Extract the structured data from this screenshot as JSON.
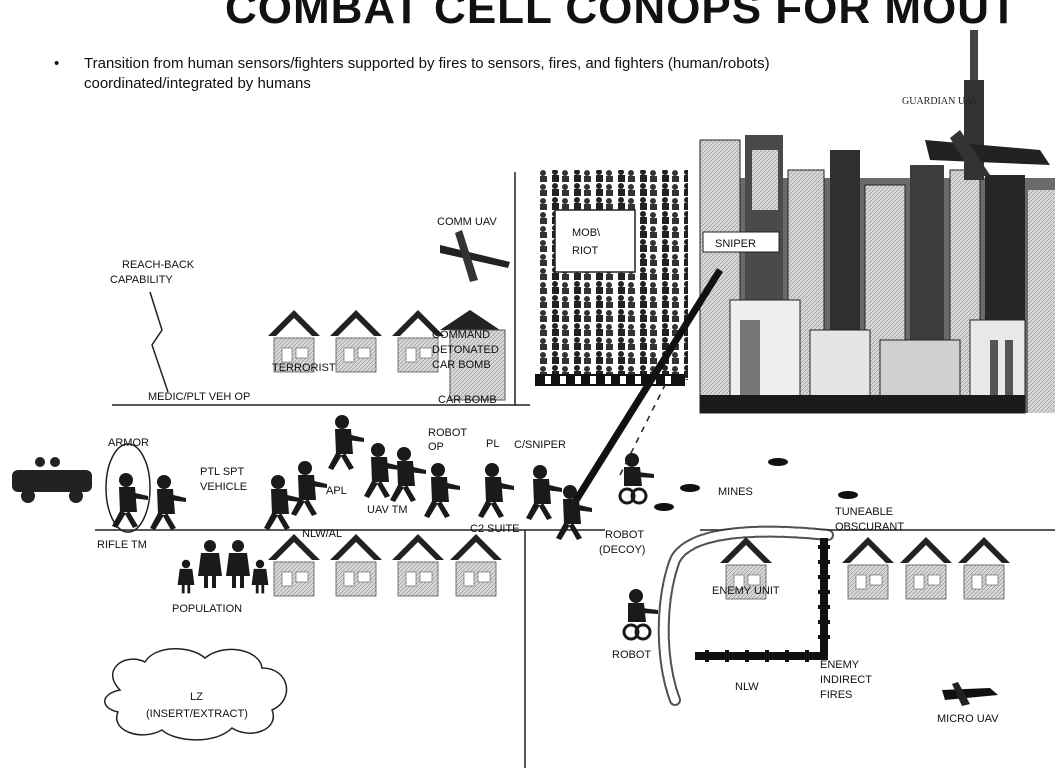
{
  "title": "COMBAT CELL CONOPS FOR MOUT",
  "bullet": "Transition from human sensors/fighters supported by fires to sensors, fires, and fighters (human/robots) coordinated/integrated by humans",
  "labels": {
    "guardian_uav": "GUARDIAN UAV",
    "comm_uav": "COMM UAV",
    "mob_riot_1": "MOB\\",
    "mob_riot_2": "RIOT",
    "sniper": "SNIPER",
    "reach_back_1": "REACH-BACK",
    "reach_back_2": "CAPABILITY",
    "terrorist": "TERRORIST",
    "cmd_det_1": "COMMAND",
    "cmd_det_2": "DETONATED",
    "cmd_det_3": "CAR BOMB",
    "car_bomb": "CAR BOMB",
    "medic": "MEDIC/PLT VEH OP",
    "armor": "ARMOR",
    "ptl_spt_1": "PTL SPT",
    "ptl_spt_2": "VEHICLE",
    "apl": "APL",
    "uav_tm": "UAV TM",
    "robot_op_1": "ROBOT",
    "robot_op_2": "OP",
    "pl": "PL",
    "c_sniper": "C/SNIPER",
    "mines": "MINES",
    "tuneable_1": "TUNEABLE",
    "tuneable_2": "OBSCURANT",
    "rifle_tm": "RIFLE TM",
    "nlw_al": "NLW/AL",
    "c2_suite": "C2 SUITE",
    "robot_decoy_1": "ROBOT",
    "robot_decoy_2": "(DECOY)",
    "enemy_unit": "ENEMY UNIT",
    "population": "POPULATION",
    "robot": "ROBOT",
    "nlw": "NLW",
    "enemy_fires_1": "ENEMY",
    "enemy_fires_2": "INDIRECT",
    "enemy_fires_3": "FIRES",
    "lz_1": "LZ",
    "lz_2": "(INSERT/EXTRACT)",
    "micro_uav": "MICRO UAV"
  },
  "colors": {
    "ink": "#111111",
    "building_fill": "#cfcfcf",
    "building_dark": "#3a3a3a",
    "house_roof": "#222222",
    "figure": "#1a1a1a"
  }
}
